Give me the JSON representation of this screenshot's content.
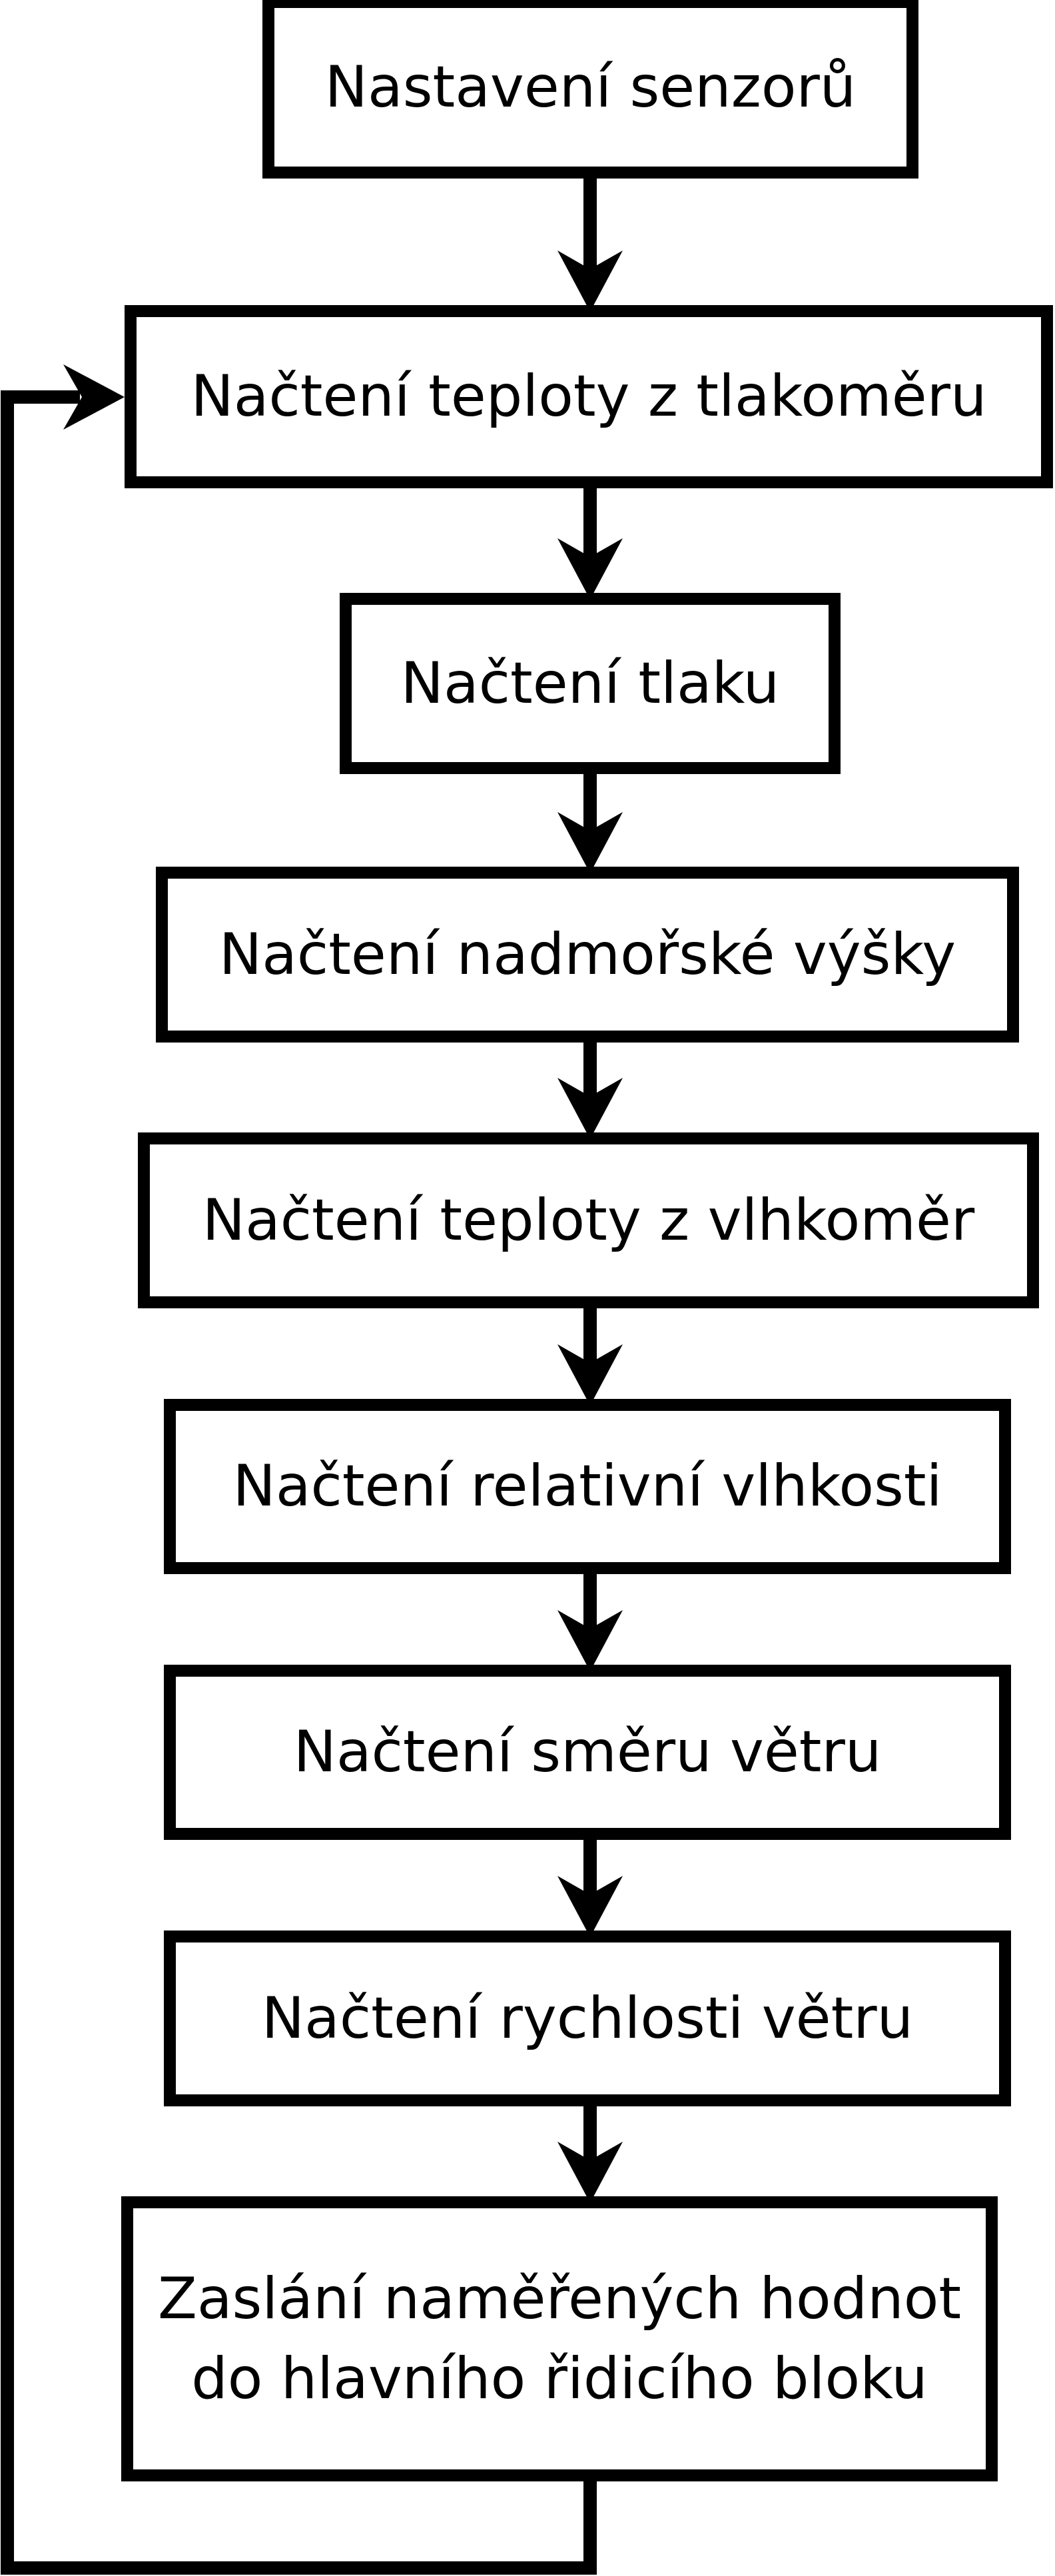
{
  "diagram": {
    "type": "flowchart",
    "colors": {
      "stroke": "#000000",
      "node_fill": "#ffffff",
      "text": "#000000",
      "background": "#ffffff"
    },
    "boxes": [
      {
        "label": "Nastavení senzorů"
      },
      {
        "label": "Načtení teploty z tlakoměru"
      },
      {
        "label": "Načtení tlaku"
      },
      {
        "label": "Načtení nadmořské výšky"
      },
      {
        "label": "Načtení teploty z vlhkoměr"
      },
      {
        "label": "Načtení relativní vlhkosti"
      },
      {
        "label": "Načtení směru větru"
      },
      {
        "label": "Načtení rychlosti větru"
      },
      {
        "label": "Zaslání naměřených hodnot do hlavního řidicího bloku",
        "line1": "Zaslání naměřených hodnot",
        "line2": "do hlavního řidicího bloku"
      }
    ],
    "edges": [
      {
        "from": 0,
        "to": 1,
        "style": "arrow-down"
      },
      {
        "from": 1,
        "to": 2,
        "style": "arrow-down"
      },
      {
        "from": 2,
        "to": 3,
        "style": "arrow-down"
      },
      {
        "from": 3,
        "to": 4,
        "style": "arrow-down"
      },
      {
        "from": 4,
        "to": 5,
        "style": "arrow-down"
      },
      {
        "from": 5,
        "to": 6,
        "style": "arrow-down"
      },
      {
        "from": 6,
        "to": 7,
        "style": "arrow-down"
      },
      {
        "from": 7,
        "to": 8,
        "style": "arrow-down"
      },
      {
        "from": 8,
        "to": 1,
        "style": "loop-left-arrow-right"
      }
    ]
  }
}
